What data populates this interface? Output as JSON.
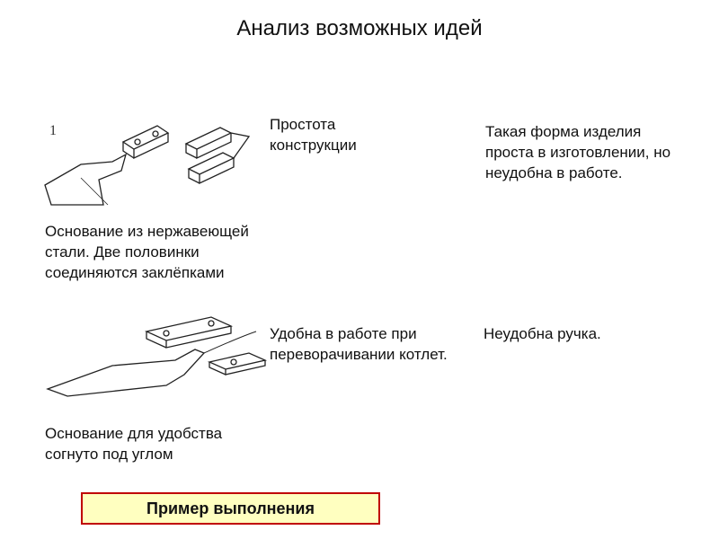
{
  "page": {
    "title": "Анализ возможных идей"
  },
  "ideas": [
    {
      "figure_label": "1",
      "figure_icon": "spatula-riveted-handle-drawing",
      "description": "Основание из нержавеющей стали. Две половинки соединяются заклёпками",
      "advantage": "Простота конструкции",
      "conclusion": "Такая форма изделия проста в изготовлении, но неудобна в работе."
    },
    {
      "figure_icon": "spatula-bent-base-drawing",
      "description": "Основание для удобства согнуто под углом",
      "advantage": "Удобна в работе при переворачивании котлет.",
      "conclusion": "Неудобна ручка."
    }
  ],
  "footer": {
    "example_button_label": "Пример выполнения"
  },
  "colors": {
    "button_background": "#ffffc0",
    "button_border": "#c00000"
  }
}
